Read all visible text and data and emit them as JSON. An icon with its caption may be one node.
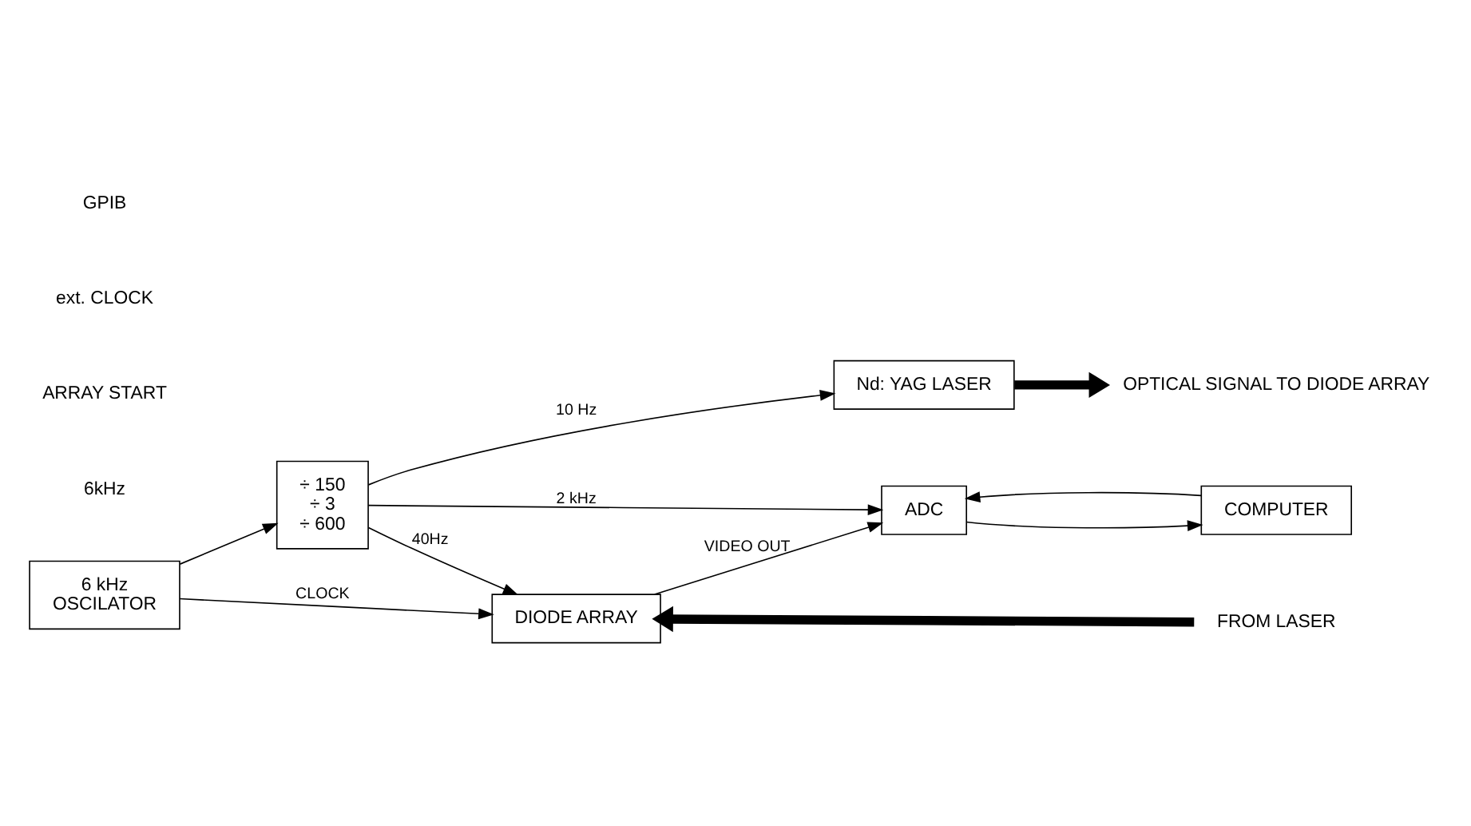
{
  "diagram": {
    "nodes": [
      {
        "text": [
          "6 kHz",
          "OSCILATOR"
        ]
      },
      {
        "text": [
          "DIODE ARRAY"
        ]
      },
      {
        "text": [
          "FROM LASER"
        ]
      },
      {
        "text": [
          "÷ 150",
          "÷ 3",
          "÷ 600"
        ]
      },
      {
        "text": [
          "ADC"
        ]
      },
      {
        "text": [
          "COMPUTER"
        ]
      },
      {
        "text": [
          "Nd: YAG LASER"
        ]
      },
      {
        "text": [
          "OPTICAL SIGNAL TO DIODE ARRAY"
        ]
      }
    ],
    "edges": [
      {
        "from": 0,
        "to": 1,
        "arrow": "to",
        "label": "CLOCK"
      },
      {
        "from": 0,
        "to": 3,
        "arrow": "to"
      },
      {
        "from": 3,
        "to": 1,
        "arrow": "to",
        "label": "40Hz"
      },
      {
        "from": 2,
        "to": 1,
        "arrow": "to",
        "style": "thick"
      },
      {
        "from": 1,
        "to": 4,
        "arrow": "to",
        "label": "VIDEO OUT"
      },
      {
        "from": 3,
        "to": 4,
        "arrow": "to",
        "label": "2 kHz"
      },
      {
        "from": 5,
        "to": 4,
        "arrow": "to"
      },
      {
        "from": 4,
        "to": 5,
        "arrow": "to"
      },
      {
        "from": 3,
        "to": 6,
        "arrow": "to",
        "label": "10 Hz"
      },
      {
        "from": 6,
        "to": 7,
        "arrow": "to",
        "style": "thick"
      }
    ],
    "labels": [
      "6kHz",
      "ARRAY START",
      "ext. CLOCK",
      "GPIB"
    ]
  }
}
